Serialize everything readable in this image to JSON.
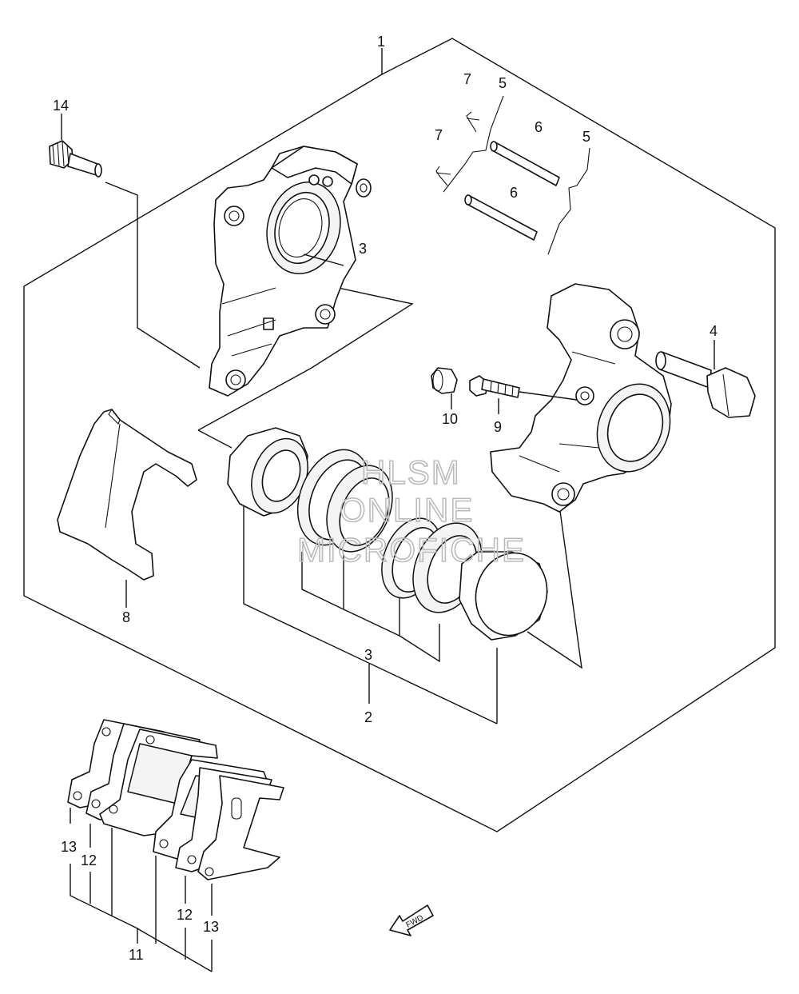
{
  "callouts": {
    "c1": "1",
    "c2": "2",
    "c3a": "3",
    "c3b": "3",
    "c4": "4",
    "c5a": "5",
    "c5b": "5",
    "c6a": "6",
    "c6b": "6",
    "c7a": "7",
    "c7b": "7",
    "c8": "8",
    "c9": "9",
    "c10": "10",
    "c11": "11",
    "c12a": "12",
    "c12b": "12",
    "c13a": "13",
    "c13b": "13",
    "c14": "14"
  },
  "watermark": {
    "line1": "HLSM",
    "line2": "ONLINE",
    "line3": "MICROFICHE"
  },
  "direction": {
    "label": "FWD"
  }
}
